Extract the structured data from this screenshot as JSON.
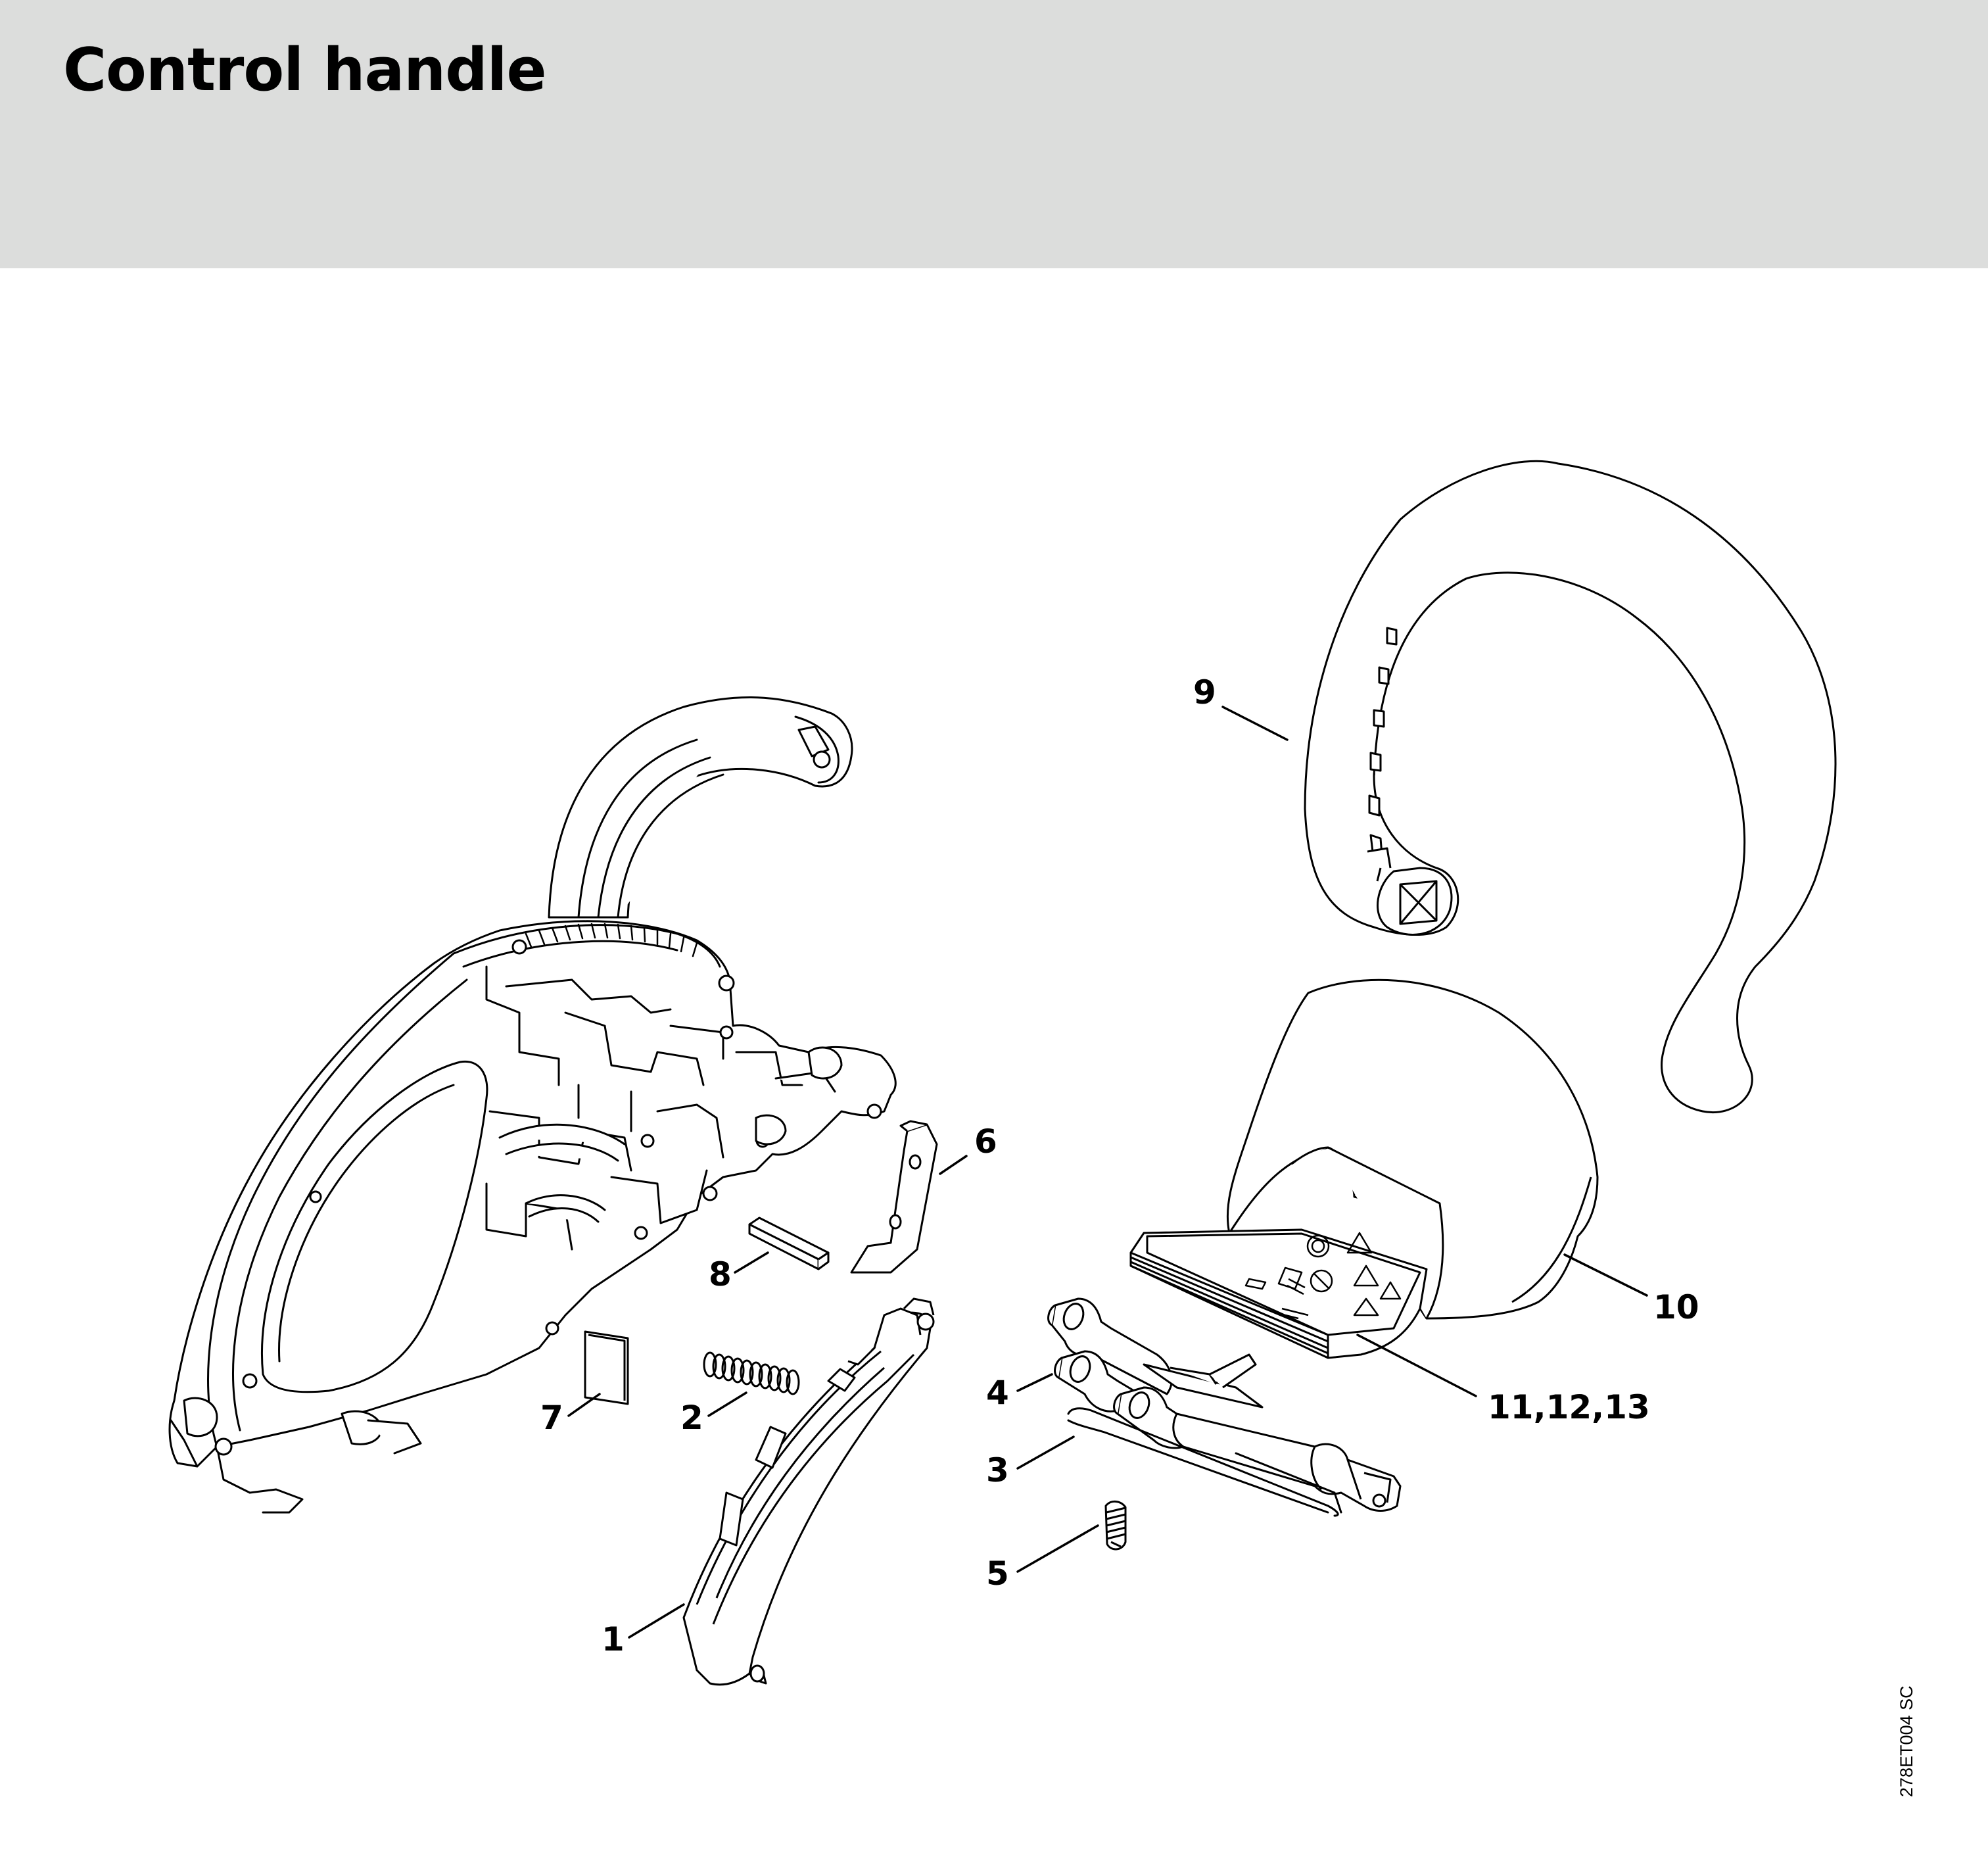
{
  "header": {
    "title": "Control handle",
    "background": "#dcdddc"
  },
  "diagram": {
    "callouts": [
      {
        "id": "c1",
        "label": "1"
      },
      {
        "id": "c2",
        "label": "2"
      },
      {
        "id": "c3",
        "label": "3"
      },
      {
        "id": "c4",
        "label": "4"
      },
      {
        "id": "c5",
        "label": "5"
      },
      {
        "id": "c6",
        "label": "6"
      },
      {
        "id": "c7",
        "label": "7"
      },
      {
        "id": "c8",
        "label": "8"
      },
      {
        "id": "c9",
        "label": "9"
      },
      {
        "id": "c10",
        "label": "10"
      },
      {
        "id": "c11",
        "label": "11,12,13"
      }
    ],
    "drawing_code": "278ET004 SC",
    "line_color": "#000000"
  }
}
